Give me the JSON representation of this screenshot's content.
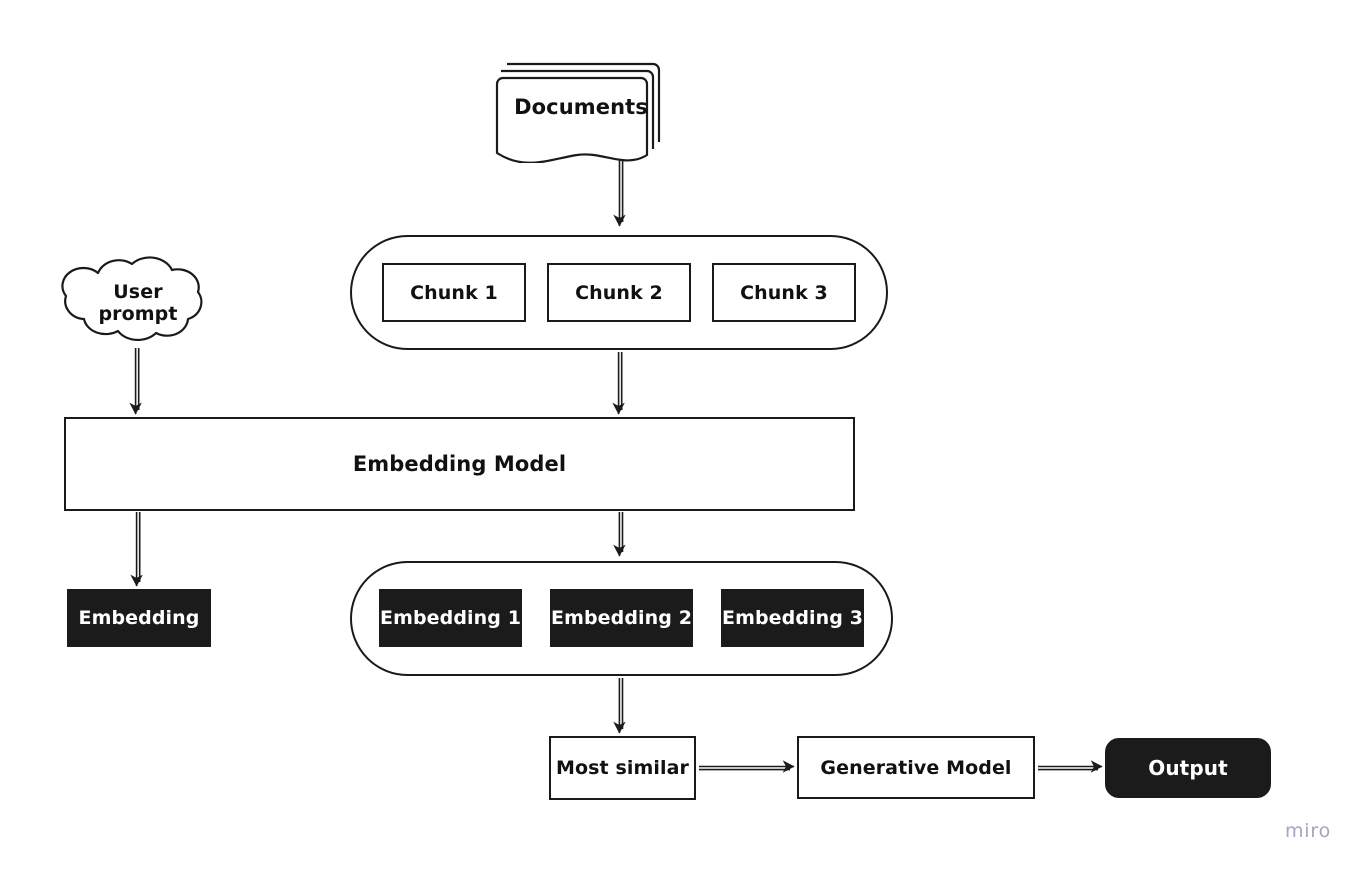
{
  "diagram": {
    "title": "RAG pipeline diagram",
    "colors": {
      "stroke": "#1a1a1a",
      "fill_white": "#ffffff",
      "fill_black": "#1b1b1b",
      "text_dark": "#111111",
      "text_light": "#ffffff",
      "watermark": "#a7a4bd",
      "background": "#ffffff"
    },
    "nodes": {
      "documents": {
        "label": "Documents",
        "shape": "stacked-document",
        "style": "white"
      },
      "user_prompt": {
        "label": "User\nprompt",
        "shape": "cloud",
        "style": "white"
      },
      "chunks_group": {
        "shape": "pill",
        "style": "white",
        "items": [
          {
            "label": "Chunk 1"
          },
          {
            "label": "Chunk 2"
          },
          {
            "label": "Chunk 3"
          }
        ]
      },
      "embedding_model": {
        "label": "Embedding Model",
        "shape": "rectangle",
        "style": "white"
      },
      "embedding": {
        "label": "Embedding",
        "shape": "rectangle",
        "style": "black"
      },
      "embeddings_group": {
        "shape": "pill",
        "style": "white",
        "items": [
          {
            "label": "Embedding 1"
          },
          {
            "label": "Embedding 2"
          },
          {
            "label": "Embedding 3"
          }
        ]
      },
      "most_similar": {
        "label": "Most similar",
        "shape": "rectangle",
        "style": "white"
      },
      "generative_model": {
        "label": "Generative Model",
        "shape": "rectangle",
        "style": "white"
      },
      "output": {
        "label": "Output",
        "shape": "rounded-rectangle",
        "style": "black"
      }
    },
    "edges": [
      {
        "from": "documents",
        "to": "chunks_group",
        "direction": "down"
      },
      {
        "from": "user_prompt",
        "to": "embedding_model",
        "direction": "down"
      },
      {
        "from": "chunks_group",
        "to": "embedding_model",
        "direction": "down"
      },
      {
        "from": "embedding_model",
        "to": "embedding",
        "direction": "down"
      },
      {
        "from": "embedding_model",
        "to": "embeddings_group",
        "direction": "down"
      },
      {
        "from": "embeddings_group",
        "to": "most_similar",
        "direction": "down"
      },
      {
        "from": "most_similar",
        "to": "generative_model",
        "direction": "right"
      },
      {
        "from": "generative_model",
        "to": "output",
        "direction": "right"
      }
    ]
  },
  "watermark": {
    "label": "miro"
  }
}
